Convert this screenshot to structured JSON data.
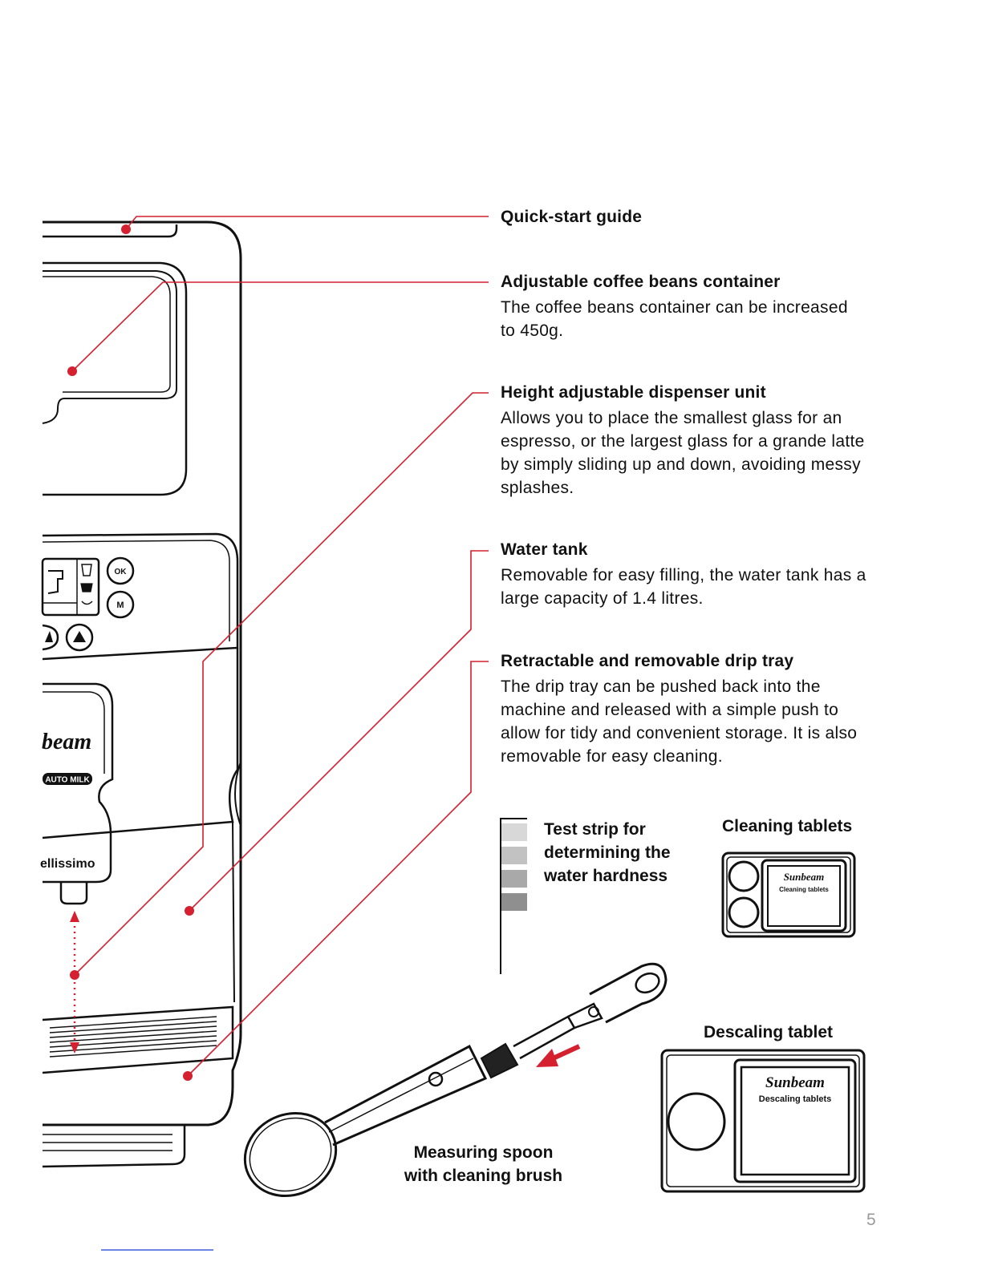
{
  "features": [
    {
      "title": "Quick-start guide",
      "description": ""
    },
    {
      "title": "Adjustable coffee beans container",
      "description": "The coffee beans container can be increased to 450g."
    },
    {
      "title": "Height adjustable dispenser unit",
      "description": "Allows you to place the smallest glass for an espresso, or the largest glass for a grande latte by simply sliding up and down, avoiding messy splashes."
    },
    {
      "title": "Water tank",
      "description": "Removable for easy filling, the water tank has a large capacity of 1.4 litres."
    },
    {
      "title": "Retractable and removable drip tray",
      "description": "The drip tray can be pushed back into the machine and released with a simple push to allow for tidy and convenient storage. It is also removable for easy cleaning."
    }
  ],
  "accessories": {
    "test_strip": "Test strip for determining the water hardness",
    "cleaning_tablets": "Cleaning tablets",
    "descaling_tablet": "Descaling tablet",
    "spoon": "Measuring spoon with cleaning brush"
  },
  "machine": {
    "ok_button": "OK",
    "m_button": "M",
    "brand_fragment": "beam",
    "auto_milk_badge": "AUTO MILK",
    "model_fragment": "ellissimo"
  },
  "packaging": {
    "cleaning_brand": "Sunbeam",
    "cleaning_label": "Cleaning tablets",
    "descaling_brand": "Sunbeam",
    "descaling_label": "Descaling tablets"
  },
  "page_number": "5",
  "colors": {
    "accent": "#d4202f",
    "ink": "#111111"
  }
}
